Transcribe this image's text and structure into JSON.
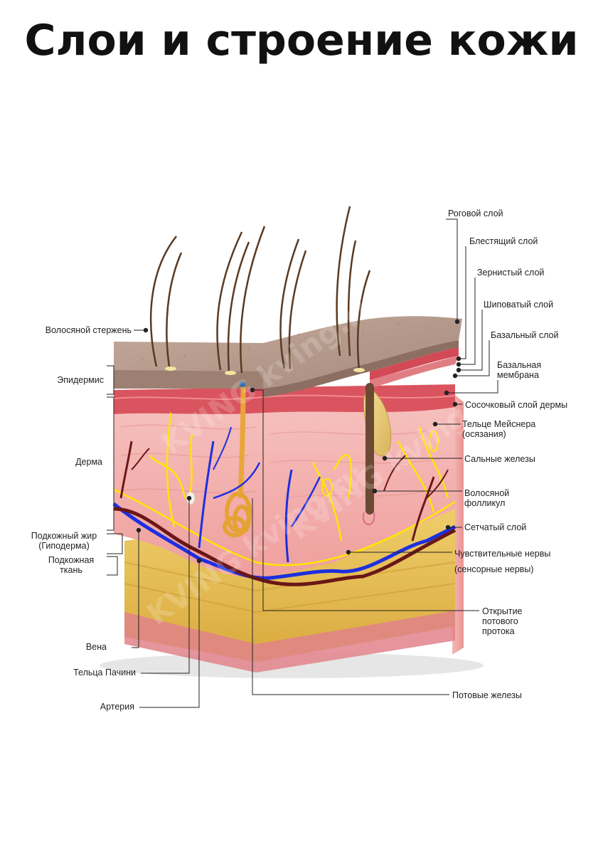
{
  "title": "Слои и строение кожи",
  "labels": {
    "hair_shaft": "Волосяной стержень",
    "epidermis": "Эпидермис",
    "dermis": "Дерма",
    "subcutaneous_fat": "Подкожный жир\n(Гиподерма)",
    "subcutaneous_tissue": "Подкожная\nткань",
    "vein": "Вена",
    "pacinian": "Тельца Пачини",
    "artery": "Артерия",
    "stratum_corneum": "Роговой слой",
    "stratum_lucidum": "Блестящий слой",
    "stratum_granulosum": "Зернистый слой",
    "stratum_spinosum": "Шиповатый слой",
    "stratum_basale": "Базальный слой",
    "basement_membrane": "Базальная\nмембрана",
    "papillary_dermis": "Сосочковый слой дермы",
    "meissner": "Тельце Мейснера\n(осязания)",
    "sebaceous": "Сальные железы",
    "hair_follicle": "Волосяной\nфолликул",
    "reticular": "Сетчатый слой",
    "sensory_nerves": "Чувствительные нервы",
    "sensory_nerves_alt": "(сенсорные нервы)",
    "sweat_duct_opening": "Открытие\nпотового\nпротока",
    "sweat_glands": "Потовые железы"
  },
  "watermark": "KVING kving.ru",
  "colors": {
    "epidermis_top": "#b49a8c",
    "epidermis_dark": "#8f7568",
    "dermis": "#f2b0ae",
    "dermis_dark": "#e58e8c",
    "fat": "#e7c257",
    "vein": "#1c2fe0",
    "artery": "#6a1a1a",
    "nerve": "#ffe800",
    "hair": "#5c3b22",
    "leader": "#222222"
  }
}
